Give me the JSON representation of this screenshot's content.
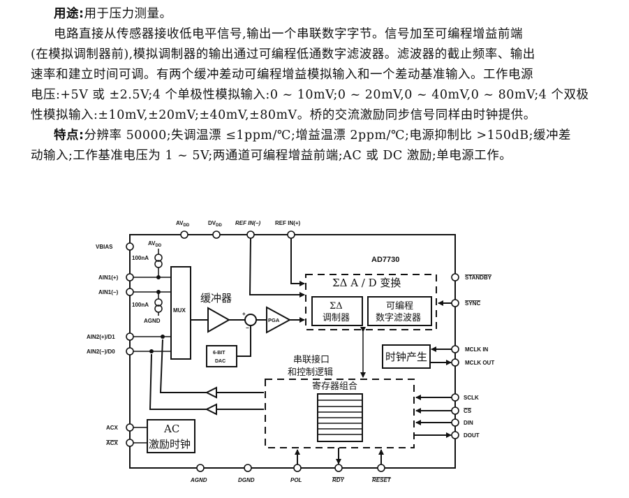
{
  "text": {
    "usage_label": "用途:",
    "usage_text": "用于压力测量。",
    "desc_lines": [
      "电路直接从传感器接收低电平信号,输出一个串联数字字节。信号加至可编程增益前端",
      "(在模拟调制器前),模拟调制器的输出通过可编程低通数字滤波器。滤波器的截止频率、输出",
      "速率和建立时间可调。有两个缓冲差动可编程增益模拟输入和一个差动基准输入。工作电源",
      "电压:+5V 或 ±2.5V;4 个单极性模拟输入:0 ~ 10mV;0 ~ 20mV,0 ~ 40mV,0 ~ 80mV;4 个双极",
      "性模拟输入:±10mV,±20mV;±40mV,±80mV。桥的交流激励同步信号同样由时钟提供。"
    ],
    "features_label": "特点:",
    "features_lines": [
      "分辨率 50000;失调温漂 ≤1ppm/℃;增益温漂 2ppm/℃;电源抑制比 >150dB;缓冲差",
      "动输入;工作基准电压为 1 ~ 5V;两通道可编程增益前端;AC 或 DC 激励;单电源工作。"
    ]
  },
  "diagram": {
    "chip_name": "AD7730",
    "top_pins": {
      "avdd": "AV",
      "avdd_sub": "DD",
      "dvdd": "DV",
      "dvdd_sub": "DD",
      "ref_in_minus": "REF IN(−)",
      "ref_in_plus": "REF IN(+)"
    },
    "left_pins": {
      "vbias": "VBIAS",
      "ain1_plus": "AIN1(+)",
      "ain1_minus": "AIN1(−)",
      "ain2_plus": "AIN2(+)/D1",
      "ain2_minus": "AIN2(−)/D0",
      "acx": "ACX",
      "acx_bar": "ACX"
    },
    "right_pins": {
      "standby": "STANDBY",
      "sync": "SYNC",
      "mclk_in": "MCLK IN",
      "mclk_out": "MCLK OUT",
      "sclk": "SCLK",
      "cs": "CS",
      "din": "DIN",
      "dout": "DOUT"
    },
    "bottom_pins": {
      "agnd": "AGND",
      "dgnd": "DGND",
      "pol": "POL",
      "rdy": "RDY",
      "reset": "RESET"
    },
    "current_sources": {
      "avdd": "AV",
      "avdd_sub": "DD",
      "top_value": "100nA",
      "bottom_value": "100nA",
      "agnd": "AGND"
    },
    "blocks": {
      "mux": "MUX",
      "buffer_label": "缓冲器",
      "pga": "PGA",
      "dac_line1": "6-BIT",
      "dac_line2": "DAC",
      "plus_sign": "+",
      "minus_sign": "−",
      "adc_title": "ΣΔ A / D 变换",
      "modulator_line1": "ΣΔ",
      "modulator_line2": "调制器",
      "filter_line1": "可编程",
      "filter_line2": "数字滤波器",
      "clock_gen": "时钟产生",
      "serial_line1": "串联接口",
      "serial_line2": "和控制逻辑",
      "register_bank": "寄存器组合",
      "ac_line1": "AC",
      "ac_line2": "激励时钟"
    }
  }
}
